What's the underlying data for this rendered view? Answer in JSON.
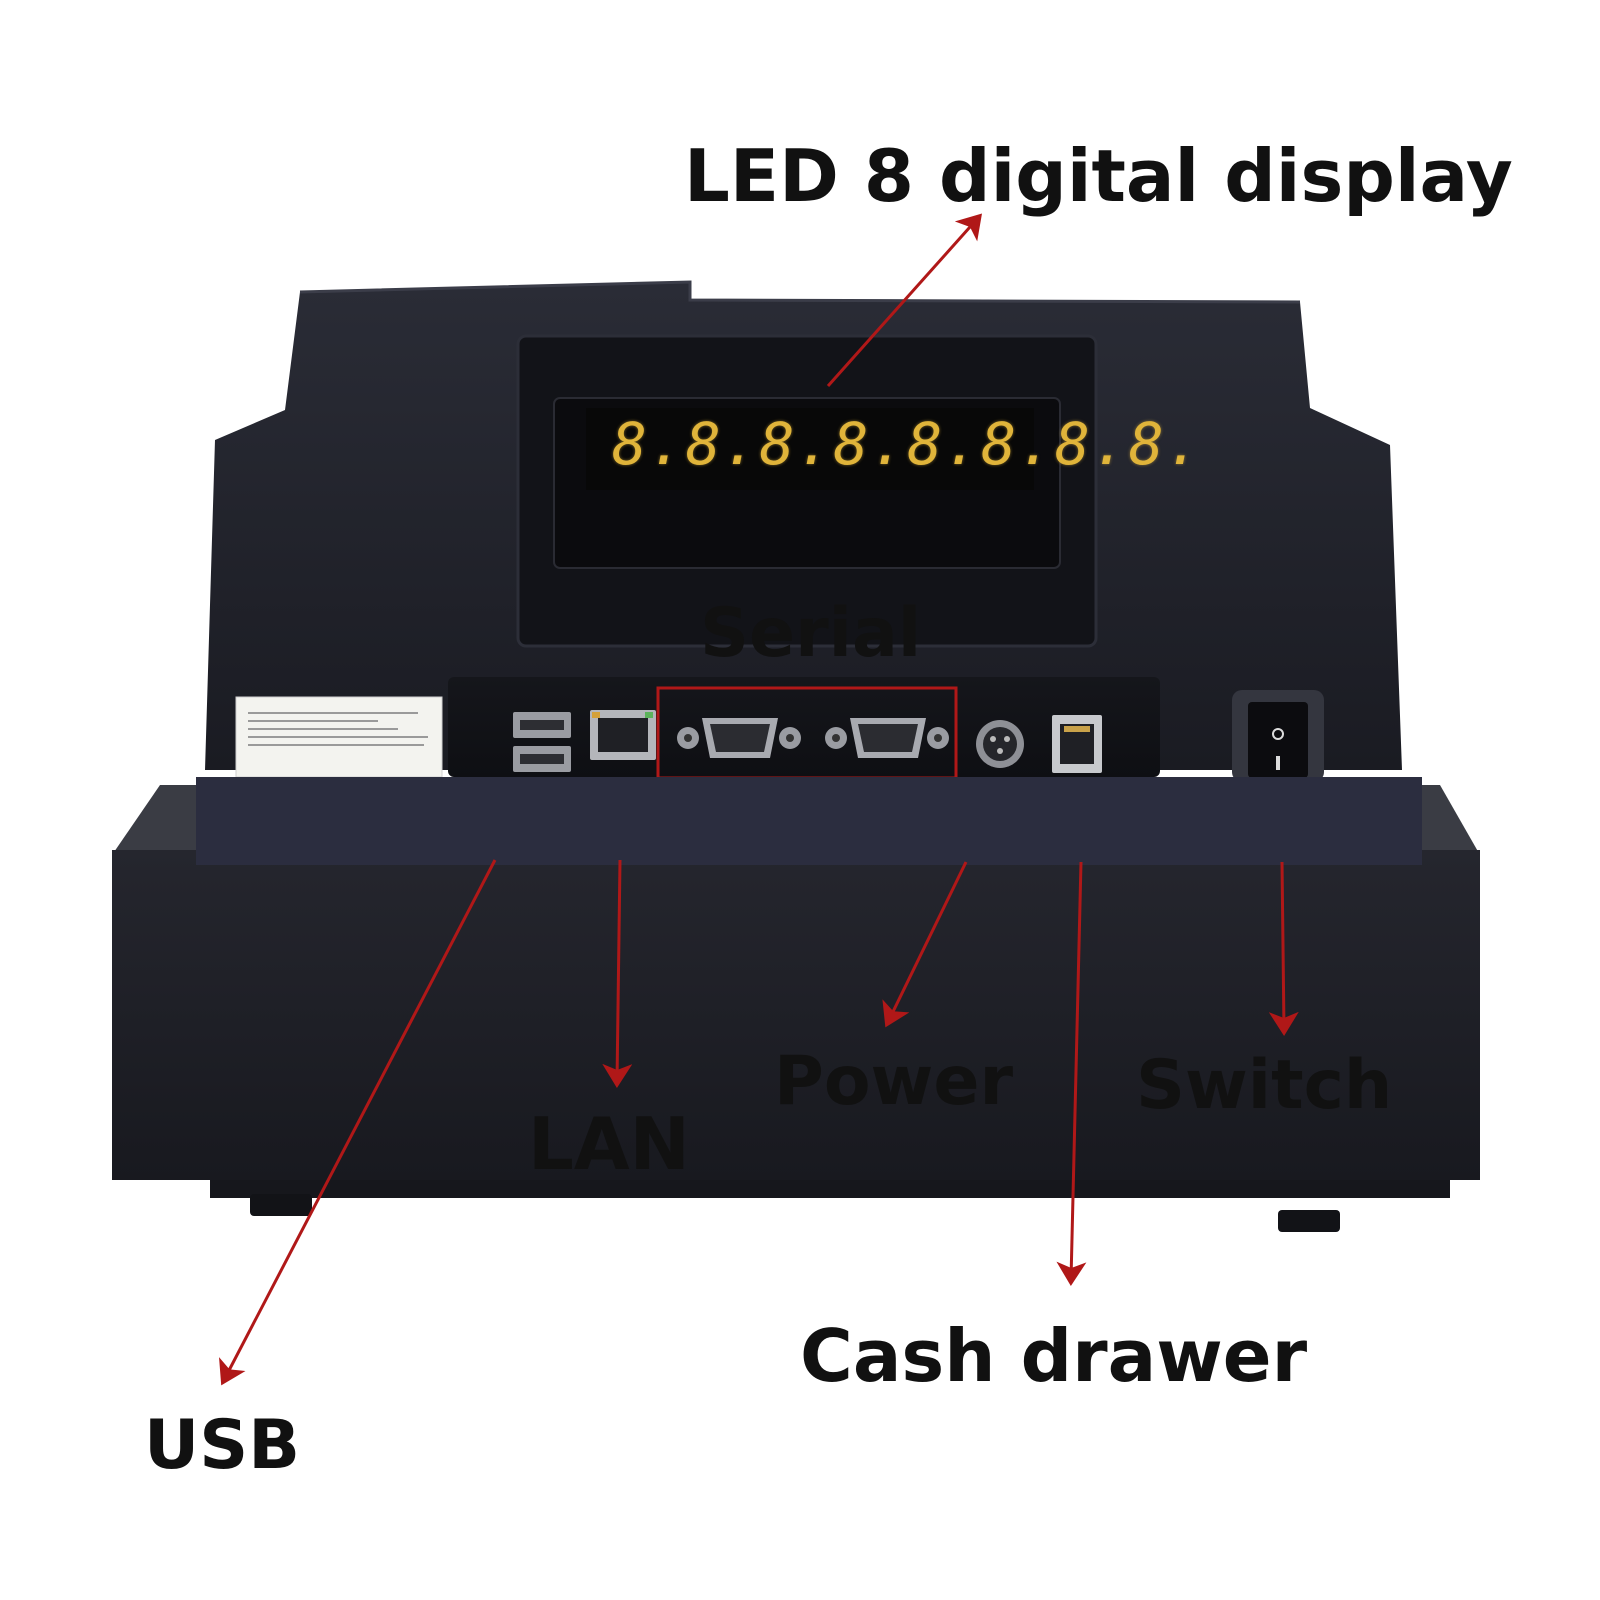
{
  "callouts": {
    "led_display": "LED 8 digital display",
    "serial": "Serial",
    "power": "Power",
    "switch": "Switch",
    "lan": "LAN",
    "cash_drawer": "Cash drawer",
    "usb": "USB"
  },
  "display_readout": "8.8.8.8.8.8.8.8.",
  "colors": {
    "arrow": "#b01818",
    "device_body": "#1c1e26",
    "redaction_band": "#2b2d3f",
    "led_digits": "#e0b43a",
    "callout_text": "#111111"
  }
}
